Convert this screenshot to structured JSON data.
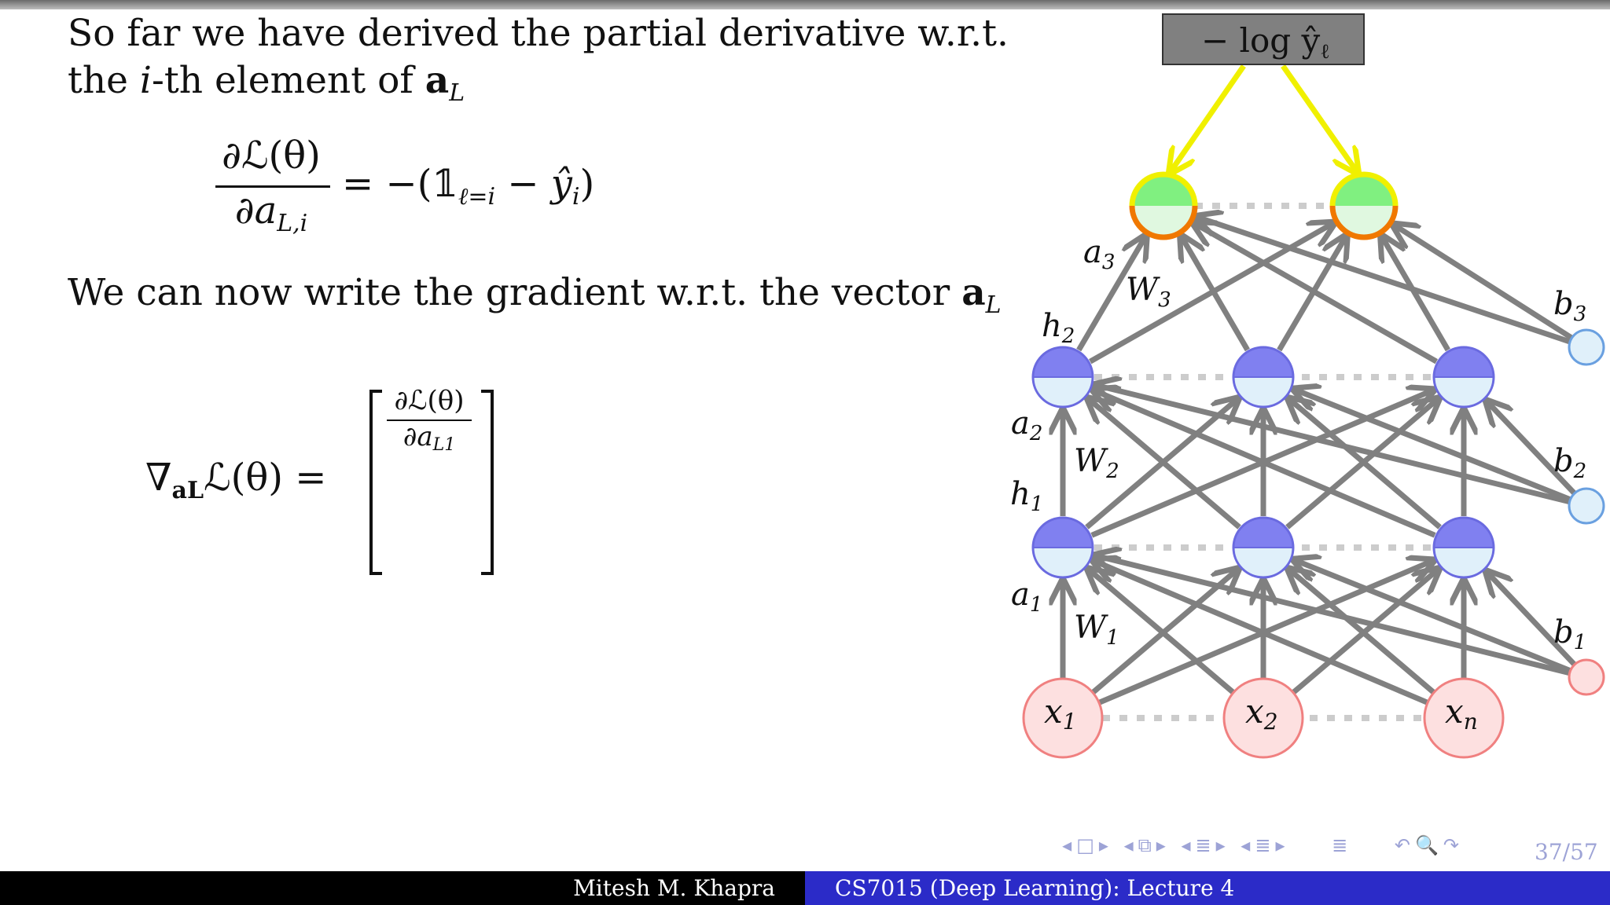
{
  "slide": {
    "line1": "So far we have derived the partial derivative w.r.t.",
    "line2_a": "the ",
    "line2_i": "i",
    "line2_b": "-th element of ",
    "line2_aL": "a",
    "line2_sub": "L",
    "eq1_num": "∂ℒ(θ)",
    "eq1_den": "∂a",
    "eq1_den_sub": "L,i",
    "eq1_rhs": "= −(𝟙",
    "eq1_rhs_sub": "ℓ=i",
    "eq1_rhs2": " − ŷ",
    "eq1_rhs2_sub": "i",
    "eq1_rhs3": ")",
    "line3": "We can now write the gradient w.r.t. the vector ",
    "line3_aL": "a",
    "line3_sub": "L",
    "eq2_lhs": "∇",
    "eq2_lhs_sub": "aL",
    "eq2_lhs2": "ℒ(θ) =",
    "vec_num": "∂ℒ(θ)",
    "vec_den": "∂a",
    "vec_den_sub": "L1"
  },
  "network": {
    "loss_label": "− log ŷ",
    "loss_sub": "ℓ",
    "layer_labels": {
      "a3": "a",
      "a3_sub": "3",
      "W3": "W",
      "W3_sub": "3",
      "h2": "h",
      "h2_sub": "2",
      "a2": "a",
      "a2_sub": "2",
      "W2": "W",
      "W2_sub": "2",
      "h1": "h",
      "h1_sub": "1",
      "a1": "a",
      "a1_sub": "1",
      "W1": "W",
      "W1_sub": "1",
      "b3": "b",
      "b3_sub": "3",
      "b2": "b",
      "b2_sub": "2",
      "b1": "b",
      "b1_sub": "1"
    },
    "inputs": [
      {
        "label": "x",
        "sub": "1"
      },
      {
        "label": "x",
        "sub": "2"
      },
      {
        "label": "x",
        "sub": "n"
      }
    ],
    "colors": {
      "input_fill": "#fde0e0",
      "input_stroke": "#f08080",
      "hidden_top": "#8080f0",
      "hidden_bottom": "#e0f0fa",
      "output_top": "#80f080",
      "output_bottom": "#e0f8e0",
      "output_ring_top": "#f0f000",
      "output_ring_bottom": "#f07800",
      "arrow_gray": "#808080",
      "arrow_yellow": "#f0f000",
      "loss_box": "#808080"
    }
  },
  "nav": {
    "page": "37/57"
  },
  "footer": {
    "author": "Mitesh M. Khapra",
    "course": "CS7015 (Deep Learning): Lecture 4"
  }
}
